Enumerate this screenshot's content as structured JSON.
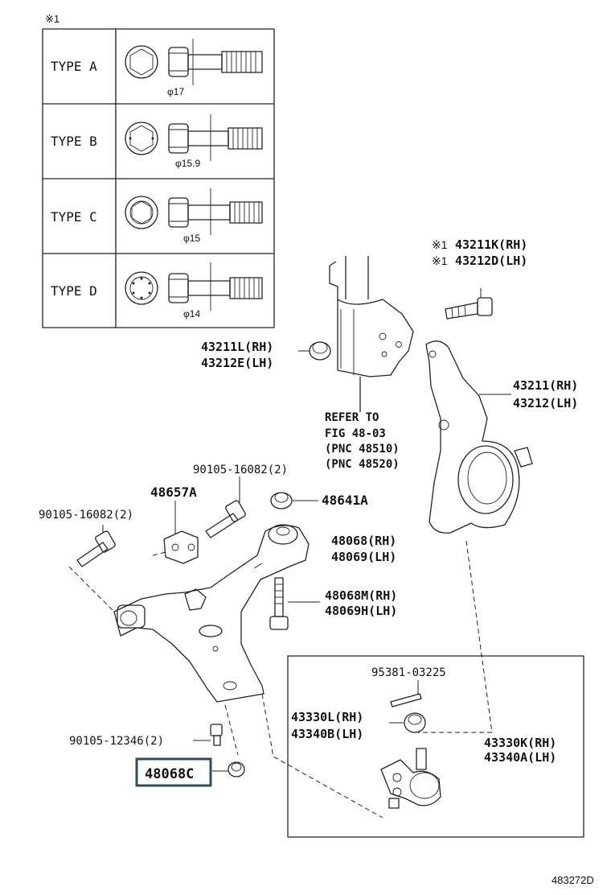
{
  "note_mark": "※1",
  "types_table": {
    "rows": [
      {
        "type_label": "TYPE  A",
        "diameter": "φ17"
      },
      {
        "type_label": "TYPE  B",
        "diameter": "φ15.9"
      },
      {
        "type_label": "TYPE  C",
        "diameter": "φ15"
      },
      {
        "type_label": "TYPE  D",
        "diameter": "φ14"
      }
    ]
  },
  "callouts": {
    "c43211k": {
      "mark": "※1",
      "text": "43211K(RH)"
    },
    "c43212d": {
      "mark": "※1",
      "text": "43212D(LH)"
    },
    "c43211l": "43211L(RH)",
    "c43212e": "43212E(LH)",
    "c43211": "43211(RH)",
    "c43212": "43212(LH)",
    "refer_to": [
      "REFER TO",
      "FIG 48-03",
      "(PNC 48510)",
      "(PNC 48520)"
    ],
    "c90105_upper": "90105-16082(2)",
    "c48657a": "48657A",
    "c48641a": "48641A",
    "c90105_left": "90105-16082(2)",
    "c48068": "48068(RH)",
    "c48069": "48069(LH)",
    "c48068m": "48068M(RH)",
    "c48069h": "48069H(LH)",
    "c95381": "95381-03225",
    "c43330l": "43330L(RH)",
    "c43340b": "43340B(LH)",
    "c43330k": "43330K(RH)",
    "c43340a": "43340A(LH)",
    "c90105_12346": "90105-12346(2)",
    "c48068c": "48068C"
  },
  "figure_id": "483272D",
  "colors": {
    "line": "#222222",
    "highlight_border": "#2f4f5f"
  }
}
